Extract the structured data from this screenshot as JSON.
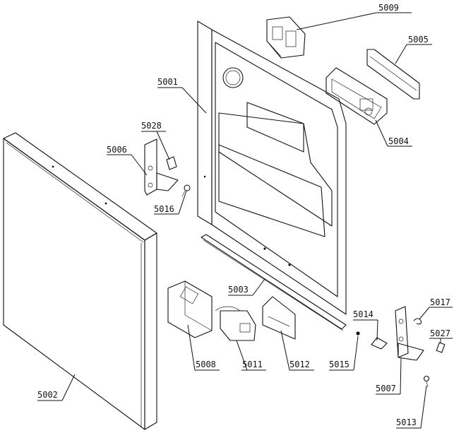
{
  "labels": {
    "p5001": "5001",
    "p5002": "5002",
    "p5003": "5003",
    "p5004": "5004",
    "p5005": "5005",
    "p5006": "5006",
    "p5007": "5007",
    "p5008": "5008",
    "p5009": "5009",
    "p5011": "5011",
    "p5012": "5012",
    "p5013": "5013",
    "p5014": "5014",
    "p5015": "5015",
    "p5016": "5016",
    "p5017": "5017",
    "p5027": "5027",
    "p5028": "5028"
  }
}
